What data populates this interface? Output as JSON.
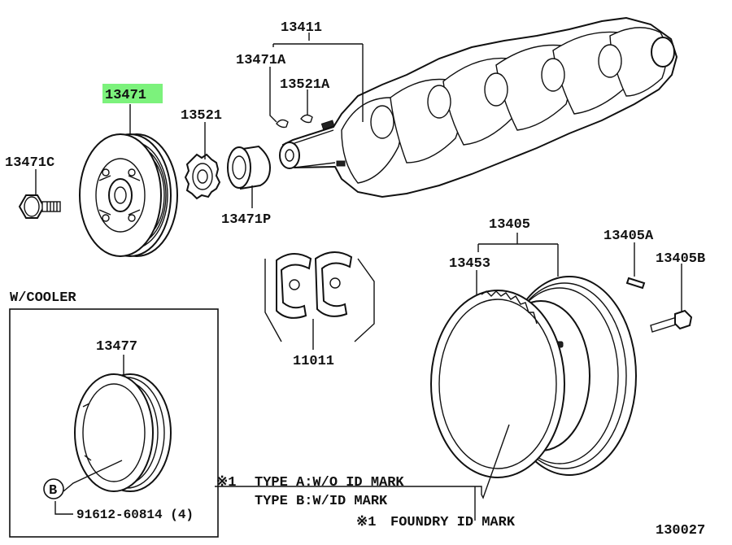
{
  "labels": {
    "p13411": "13411",
    "p13471A": "13471A",
    "p13521A": "13521A",
    "p13471_highlight": "13471",
    "p13521": "13521",
    "p13471C": "13471C",
    "p13471P": "13471P",
    "p13405": "13405",
    "p13405A": "13405A",
    "p13453": "13453",
    "p13405B": "13405B",
    "p11011": "11011",
    "p13477": "13477",
    "b_mark": "B",
    "p91612": "91612-60814 (4)",
    "wcooler": "W/COOLER",
    "note_star1": "※1",
    "note_type_a": "TYPE A:W/O ID MARK",
    "note_type_b": "TYPE B:W/ID MARK",
    "note_foundry_star": "※1",
    "note_foundry": "FOUNDRY ID MARK",
    "diagram_no": "130027"
  },
  "colors": {
    "highlight": "#7cf27c",
    "ink": "#111111",
    "paper": "#ffffff"
  }
}
